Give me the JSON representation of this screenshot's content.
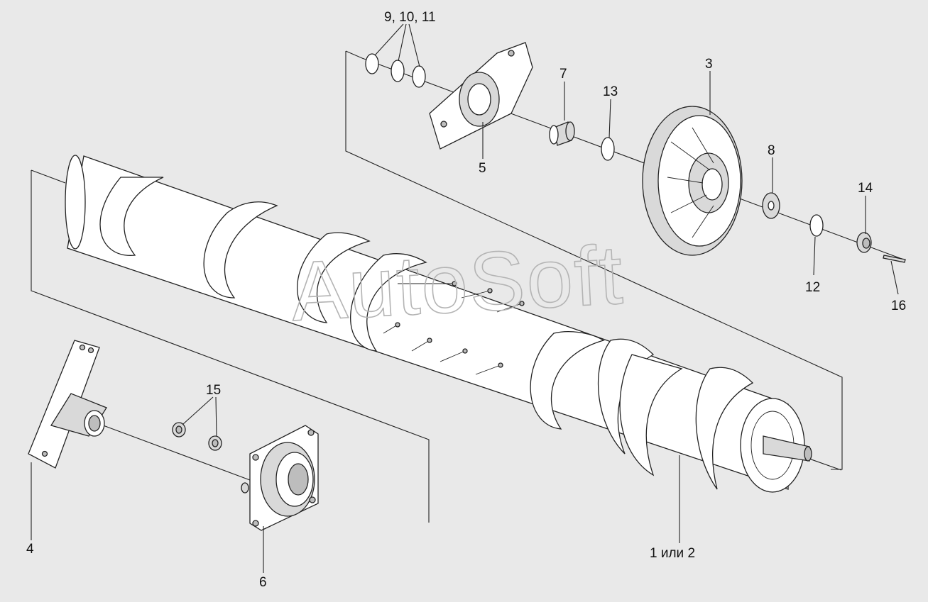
{
  "watermark": "AutoSoft",
  "labels": {
    "l_9_10_11": "9, 10, 11",
    "l_7": "7",
    "l_13": "13",
    "l_3": "3",
    "l_8": "8",
    "l_14": "14",
    "l_12": "12",
    "l_16": "16",
    "l_5": "5",
    "l_15": "15",
    "l_4": "4",
    "l_6": "6",
    "l_1_2": "1 или 2"
  }
}
